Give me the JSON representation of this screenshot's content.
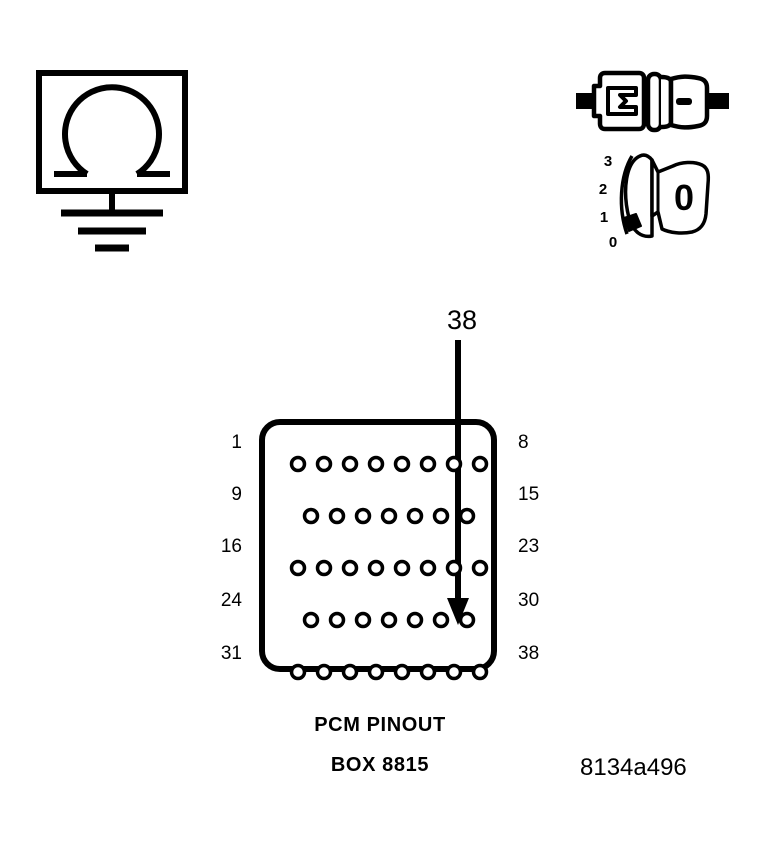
{
  "figure": {
    "id_label": "8134a496",
    "caption_line1": "PCM PINOUT",
    "caption_line2": "BOX 8815"
  },
  "callout": {
    "label": "38",
    "target_pin": "38"
  },
  "ohmmeter": {
    "symbol_name": "ohm-meter-symbol",
    "glyph": "Ω",
    "ground_name": "chassis-ground-symbol"
  },
  "connector_pair": {
    "name": "two-part-electrical-connector",
    "male_name": "male-connector-plug",
    "female_name": "female-connector-socket"
  },
  "ignition_switch": {
    "name": "ignition-key-switch",
    "key_label": "0",
    "positions": [
      {
        "label": "3"
      },
      {
        "label": "2"
      },
      {
        "label": "1"
      },
      {
        "label": "0"
      }
    ]
  },
  "pcm_pinout": {
    "name": "pcm-pinout-connector",
    "rows": [
      {
        "left": "1",
        "right": "8",
        "pins": 8,
        "offset": false
      },
      {
        "left": "9",
        "right": "15",
        "pins": 7,
        "offset": true
      },
      {
        "left": "16",
        "right": "23",
        "pins": 8,
        "offset": false
      },
      {
        "left": "24",
        "right": "30",
        "pins": 7,
        "offset": true
      },
      {
        "left": "31",
        "right": "38",
        "pins": 8,
        "offset": false
      }
    ],
    "total_pins": "38",
    "highlighted_pin": "38"
  },
  "colors": {
    "line": "#000000",
    "background": "#ffffff"
  }
}
